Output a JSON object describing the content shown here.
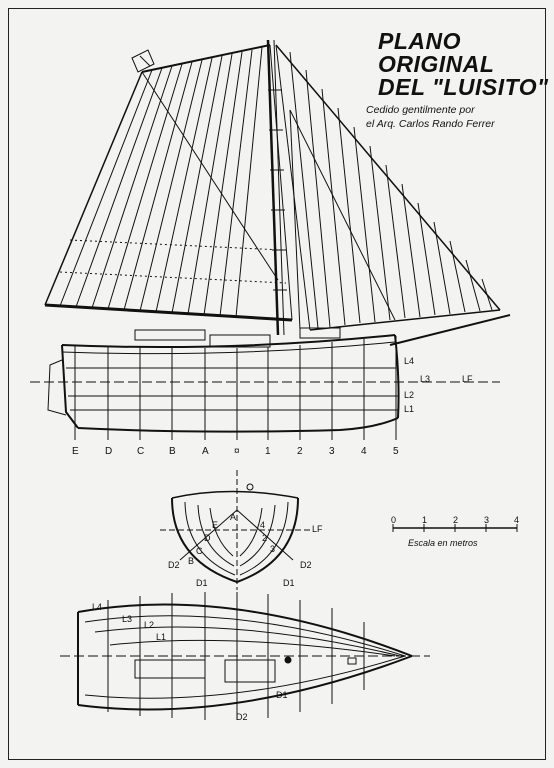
{
  "header": {
    "title_line1": "PLANO",
    "title_line2": "ORIGINAL",
    "title_line3": "DEL \"LUISITO\"",
    "credit_line1": "Cedido gentilmente por",
    "credit_line2": "el Arq. Carlos Rando Ferrer"
  },
  "profile": {
    "waterlines": [
      "L4",
      "L3",
      "LF",
      "L2",
      "L1"
    ],
    "stations": [
      "E",
      "D",
      "C",
      "B",
      "A",
      "¤",
      "1",
      "2",
      "3",
      "4",
      "5"
    ]
  },
  "body_plan": {
    "labels": [
      "LF",
      "D2",
      "D2",
      "D1",
      "D1",
      "E",
      "D",
      "C",
      "B",
      "A",
      "2",
      "3",
      "4"
    ]
  },
  "half_breadth": {
    "labels": [
      "L4",
      "L3",
      "L2",
      "L1",
      "D1",
      "D2"
    ]
  },
  "scale": {
    "ticks": [
      "0",
      "1",
      "2",
      "3",
      "4"
    ],
    "caption": "Escala en metros"
  },
  "colors": {
    "ink": "#111111",
    "paper": "#f3f3f1"
  }
}
